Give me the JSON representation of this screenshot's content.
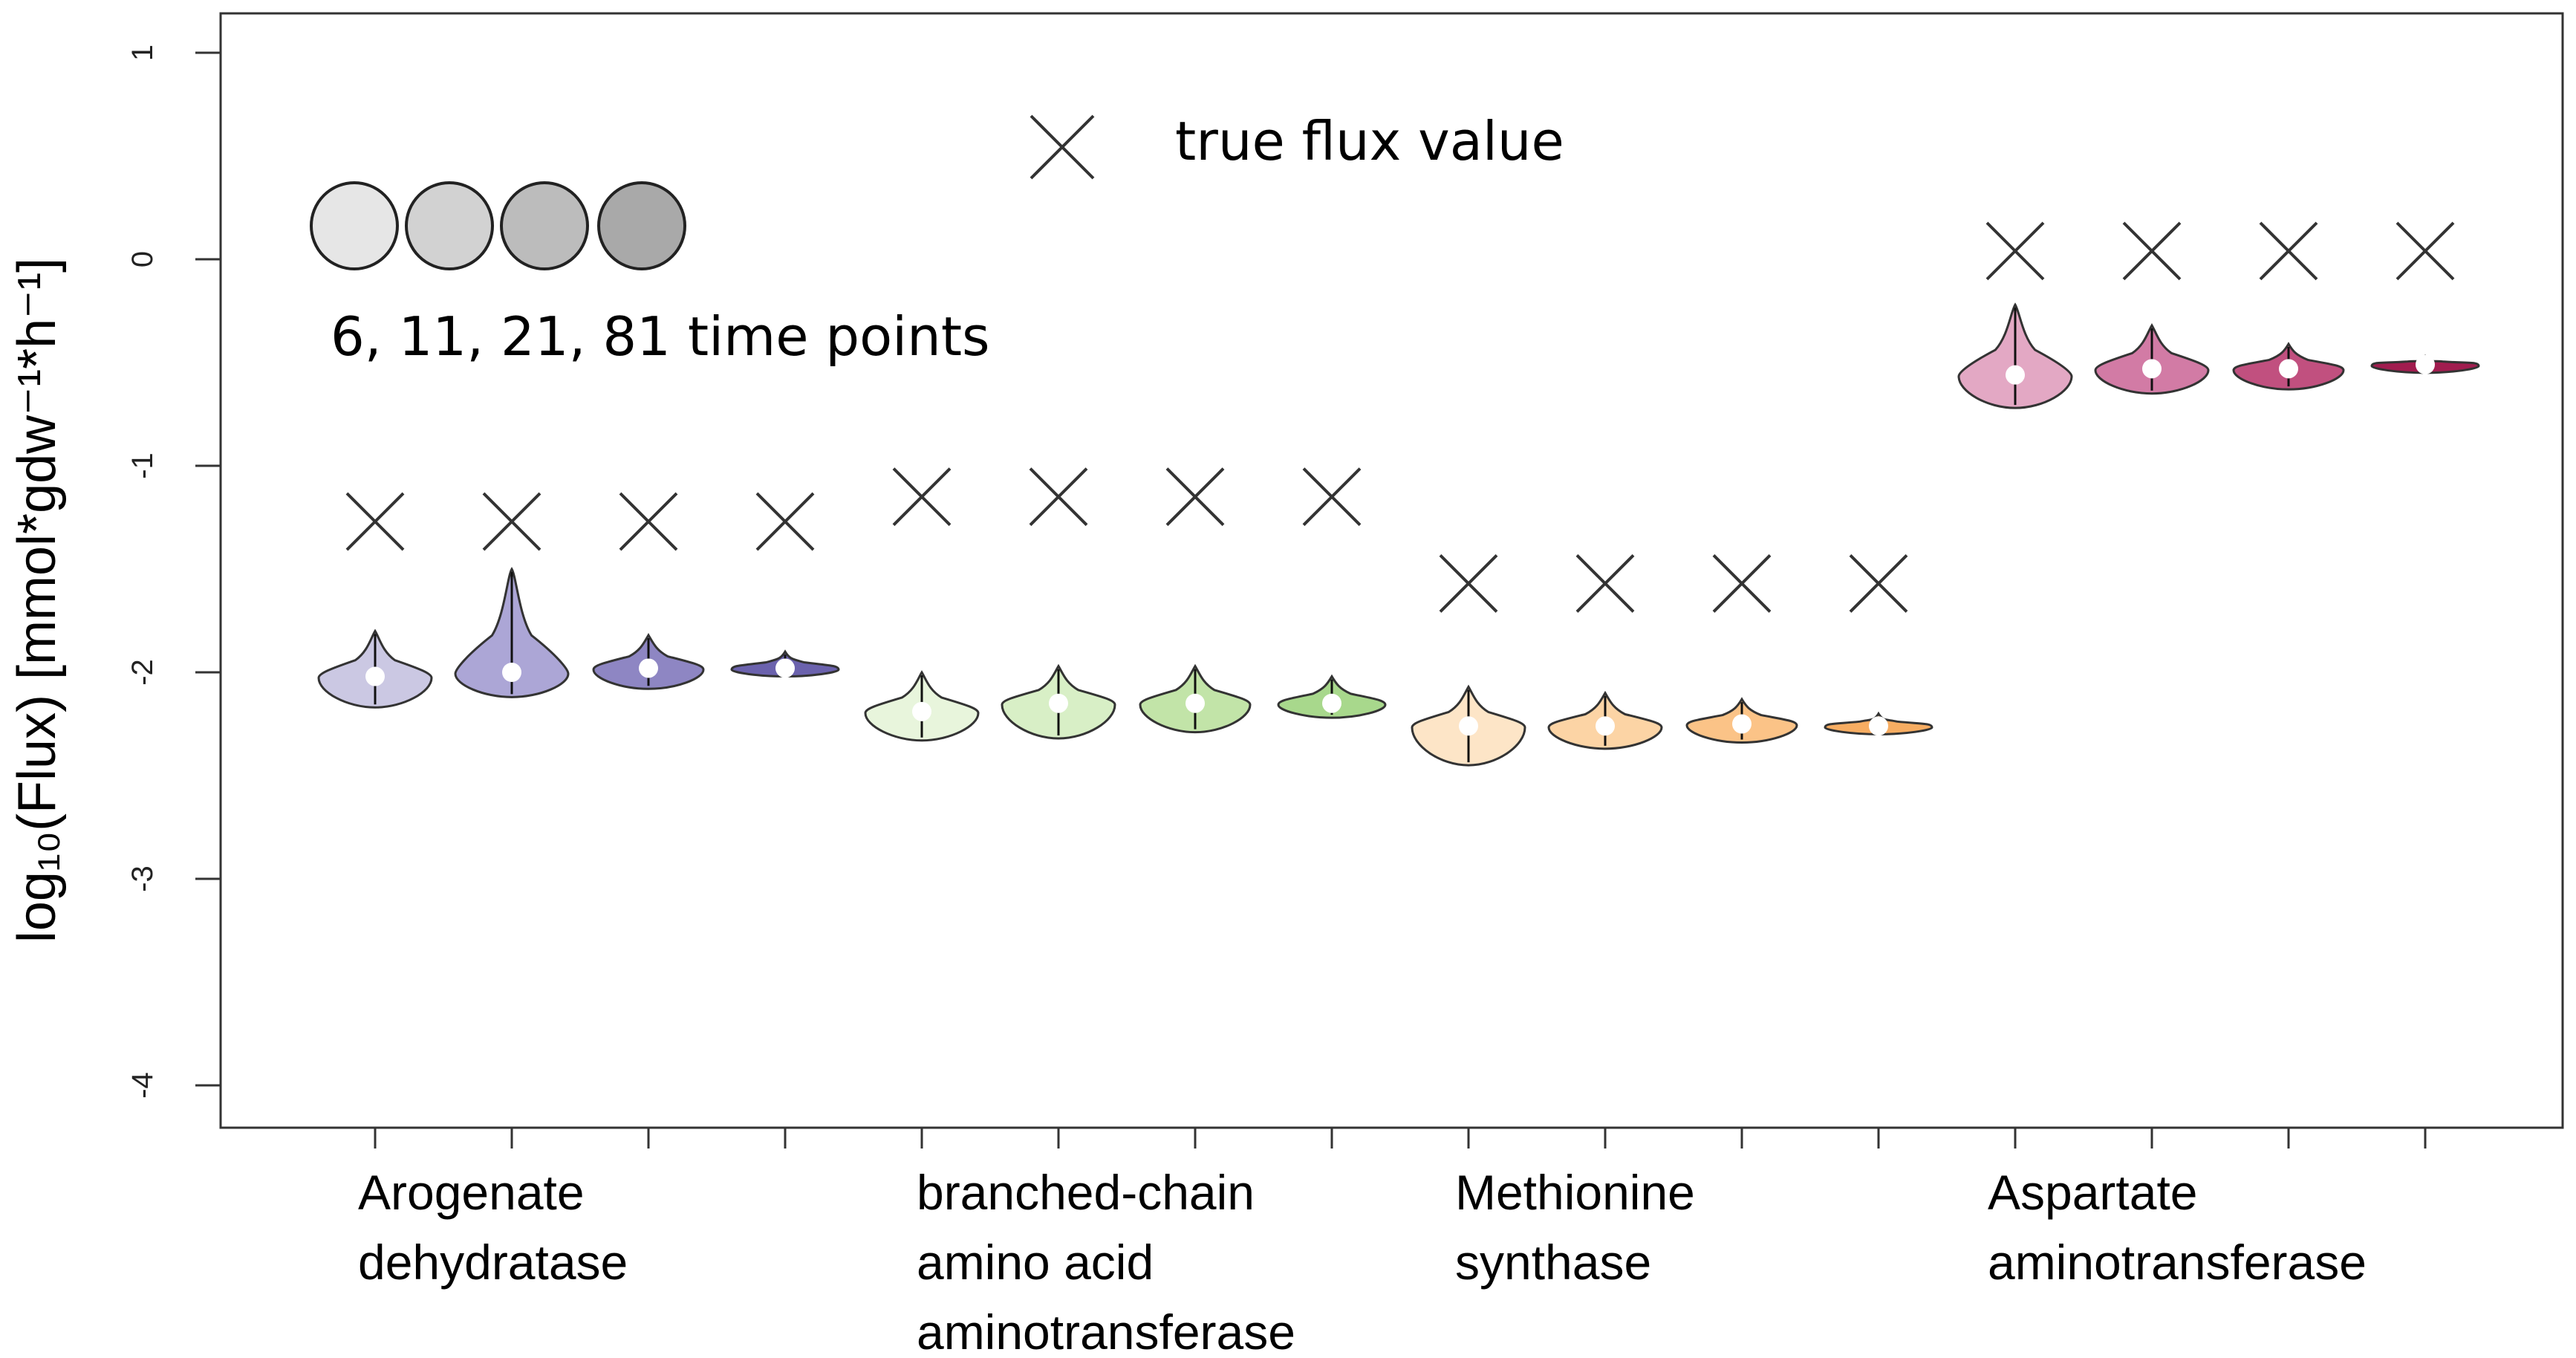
{
  "chart_data": {
    "type": "violin",
    "ylabel": "log₁₀(Flux) [mmol*gdw⁻¹*h⁻¹]",
    "ylim": [
      -4.2,
      1.2
    ],
    "yticks": [
      1,
      0,
      -1,
      -2,
      -3,
      -4
    ],
    "ytick_labels": [
      "1",
      "0",
      "-1",
      "-2",
      "-3",
      "-4"
    ],
    "legend": {
      "marker_label": "true flux value",
      "circles_label": "6, 11, 21, 81 time points",
      "circle_colors": [
        "#e6e6e6",
        "#d2d2d2",
        "#bcbcbc",
        "#a9a9a9"
      ]
    },
    "groups": [
      {
        "name_lines": [
          "Arogenate",
          "dehydratase"
        ],
        "true_value": -1.27,
        "violins": [
          {
            "time_points": 6,
            "median": -2.02,
            "min": -2.17,
            "max": -1.8,
            "color": "#cbc8e3"
          },
          {
            "time_points": 11,
            "median": -2.0,
            "min": -2.12,
            "max": -1.5,
            "color": "#aca6d6"
          },
          {
            "time_points": 21,
            "median": -1.98,
            "min": -2.08,
            "max": -1.82,
            "color": "#8e86c3"
          },
          {
            "time_points": 81,
            "median": -1.98,
            "min": -2.02,
            "max": -1.9,
            "color": "#6b62ad"
          }
        ]
      },
      {
        "name_lines": [
          "branched-chain",
          "amino acid",
          "aminotransferase"
        ],
        "true_value": -1.15,
        "violins": [
          {
            "time_points": 6,
            "median": -2.19,
            "min": -2.33,
            "max": -2.0,
            "color": "#e8f5dc"
          },
          {
            "time_points": 11,
            "median": -2.15,
            "min": -2.32,
            "max": -1.97,
            "color": "#d8efc6"
          },
          {
            "time_points": 21,
            "median": -2.15,
            "min": -2.29,
            "max": -1.97,
            "color": "#c2e4a8"
          },
          {
            "time_points": 81,
            "median": -2.15,
            "min": -2.22,
            "max": -2.02,
            "color": "#a8d88c"
          }
        ]
      },
      {
        "name_lines": [
          "Methionine",
          "synthase"
        ],
        "true_value": -1.57,
        "violins": [
          {
            "time_points": 6,
            "median": -2.26,
            "min": -2.45,
            "max": -2.07,
            "color": "#fde5c7"
          },
          {
            "time_points": 11,
            "median": -2.26,
            "min": -2.37,
            "max": -2.1,
            "color": "#fcd4a5"
          },
          {
            "time_points": 21,
            "median": -2.25,
            "min": -2.34,
            "max": -2.13,
            "color": "#fbc387"
          },
          {
            "time_points": 81,
            "median": -2.26,
            "min": -2.3,
            "max": -2.2,
            "color": "#f7ad62"
          }
        ]
      },
      {
        "name_lines": [
          "Aspartate",
          "aminotransferase"
        ],
        "true_value": 0.04,
        "violins": [
          {
            "time_points": 6,
            "median": -0.56,
            "min": -0.72,
            "max": -0.22,
            "color": "#e3a8c4"
          },
          {
            "time_points": 11,
            "median": -0.53,
            "min": -0.65,
            "max": -0.32,
            "color": "#d27ba5"
          },
          {
            "time_points": 21,
            "median": -0.53,
            "min": -0.63,
            "max": -0.41,
            "color": "#c1507f"
          },
          {
            "time_points": 81,
            "median": -0.51,
            "min": -0.55,
            "max": -0.47,
            "color": "#a11d4f"
          }
        ]
      }
    ]
  }
}
